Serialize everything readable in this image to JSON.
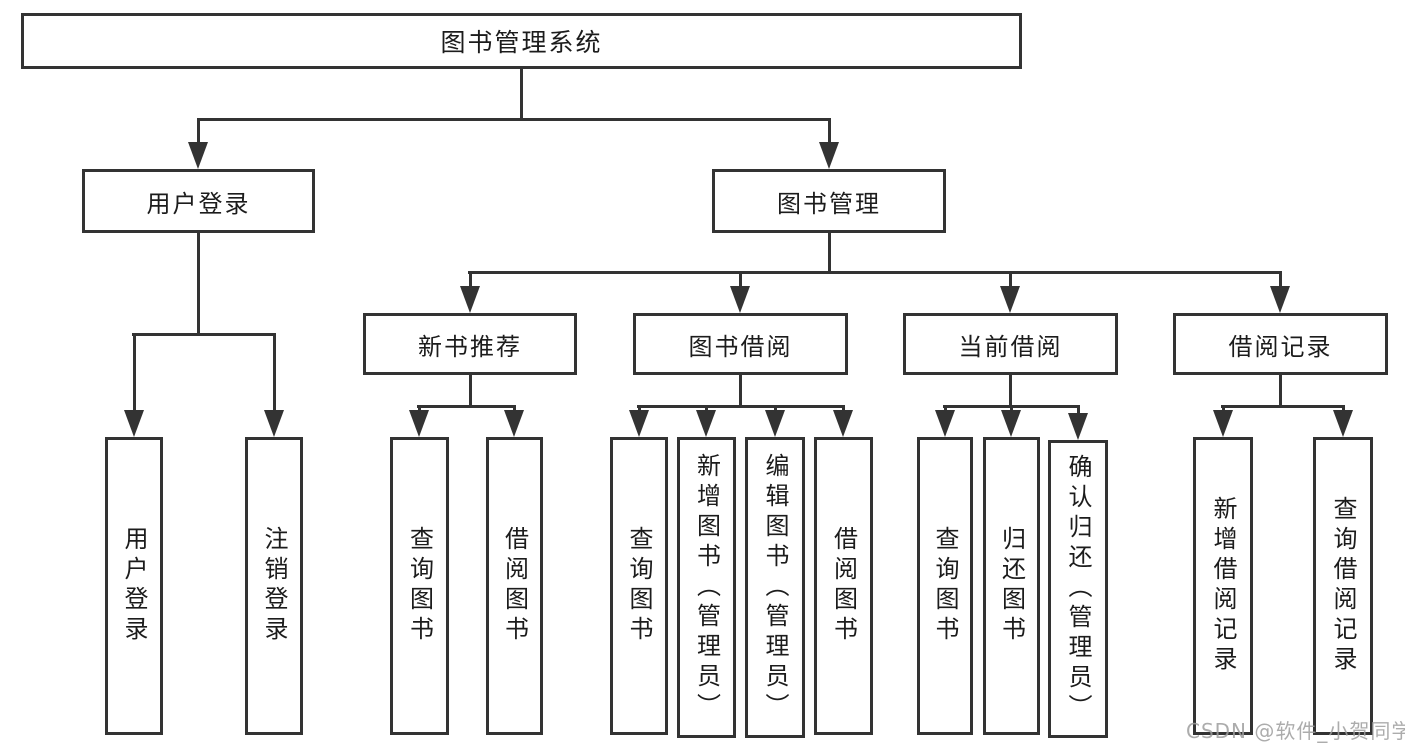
{
  "tree": {
    "label": "图书管理系统",
    "children": [
      {
        "label": "用户登录",
        "children": [
          {
            "label": "用户登录"
          },
          {
            "label": "注销登录"
          }
        ]
      },
      {
        "label": "图书管理",
        "children": [
          {
            "label": "新书推荐",
            "children": [
              {
                "label": "查询图书"
              },
              {
                "label": "借阅图书"
              }
            ]
          },
          {
            "label": "图书借阅",
            "children": [
              {
                "label": "查询图书"
              },
              {
                "label": "新增图书（管理员）"
              },
              {
                "label": "编辑图书（管理员）"
              },
              {
                "label": "借阅图书"
              }
            ]
          },
          {
            "label": "当前借阅",
            "children": [
              {
                "label": "查询图书"
              },
              {
                "label": "归还图书"
              },
              {
                "label": "确认归还（管理员）"
              }
            ]
          },
          {
            "label": "借阅记录",
            "children": [
              {
                "label": "新增借阅记录"
              },
              {
                "label": "查询借阅记录"
              }
            ]
          }
        ]
      }
    ]
  },
  "watermark": {
    "text": "CSDN @软件_小贺同学"
  },
  "colors": {
    "line": "#333333",
    "text": "#1c1c1c",
    "box_fill": "#ffffff",
    "watermark": "#9e9e9e"
  }
}
